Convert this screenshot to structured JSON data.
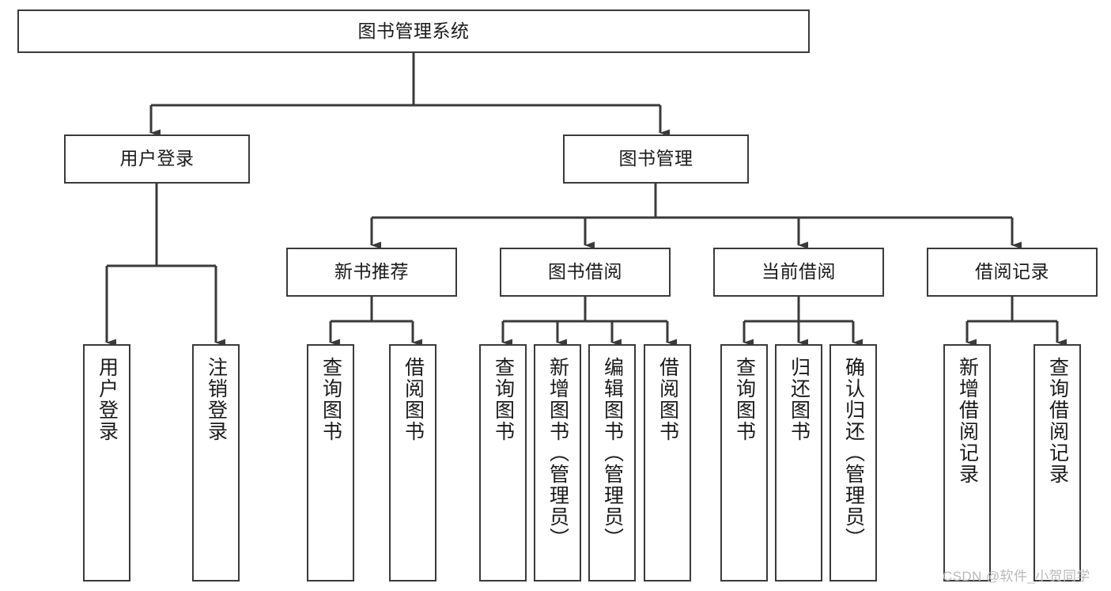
{
  "diagram": {
    "title": "图书管理系统",
    "type": "tree-hierarchy-chart",
    "style": {
      "box_border_color": "#3a3a3a",
      "box_fill_color": "#ffffff",
      "connector_color": "#3a3a3a",
      "text_color": "#1a1a1a",
      "background_color": "#ffffff"
    },
    "root": {
      "label": "图书管理系统"
    },
    "level2": [
      {
        "id": "user-login",
        "label": "用户登录"
      },
      {
        "id": "book-management",
        "label": "图书管理"
      }
    ],
    "level3": [
      {
        "id": "new-book-recommend",
        "label": "新书推荐"
      },
      {
        "id": "book-borrow",
        "label": "图书借阅"
      },
      {
        "id": "current-borrow",
        "label": "当前借阅"
      },
      {
        "id": "borrow-record",
        "label": "借阅记录"
      }
    ],
    "leaves": {
      "user_login": [
        {
          "id": "leaf-user-login",
          "label": "用户登录"
        },
        {
          "id": "leaf-logout-login",
          "label": "注销登录"
        }
      ],
      "new_book_recommend": [
        {
          "id": "leaf-query-book-1",
          "label": "查询图书"
        },
        {
          "id": "leaf-borrow-book-1",
          "label": "借阅图书"
        }
      ],
      "book_borrow": [
        {
          "id": "leaf-query-book-2",
          "label": "查询图书"
        },
        {
          "id": "leaf-add-book",
          "label": "新增图书（管理员）"
        },
        {
          "id": "leaf-edit-book",
          "label": "编辑图书（管理员）"
        },
        {
          "id": "leaf-borrow-book-2",
          "label": "借阅图书"
        }
      ],
      "current_borrow": [
        {
          "id": "leaf-query-book-3",
          "label": "查询图书"
        },
        {
          "id": "leaf-return-book",
          "label": "归还图书"
        },
        {
          "id": "leaf-confirm-return",
          "label": "确认归还（管理员）"
        }
      ],
      "borrow_record": [
        {
          "id": "leaf-add-record",
          "label": "新增借阅记录"
        },
        {
          "id": "leaf-query-record",
          "label": "查询借阅记录"
        }
      ]
    }
  },
  "watermark": {
    "text": "CSDN @软件_小贺同学"
  }
}
